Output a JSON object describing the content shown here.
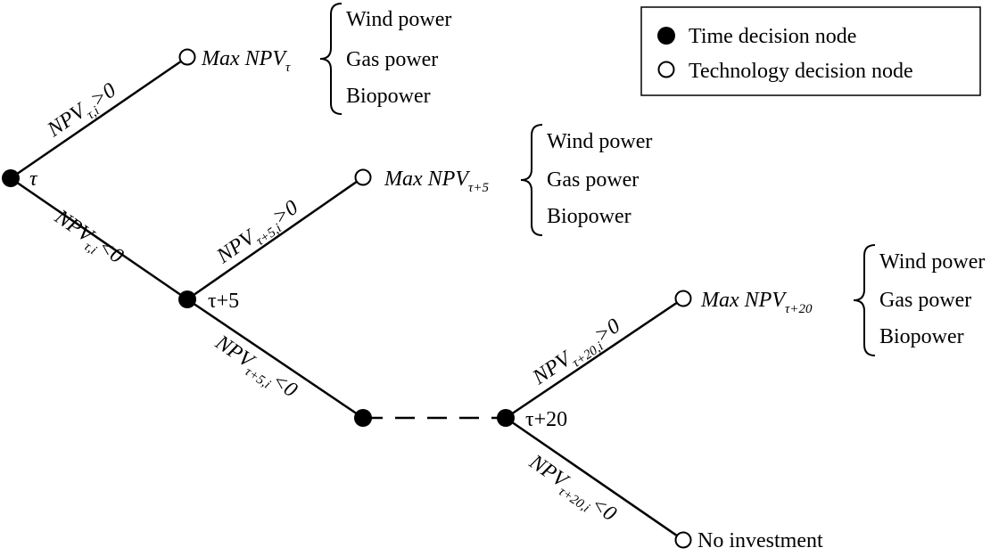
{
  "legend": {
    "time_node": "Time decision node",
    "tech_node": "Technology decision node"
  },
  "time_nodes": {
    "t0": "τ",
    "t5": "τ+5",
    "t20": "τ+20"
  },
  "max_npv": {
    "prefix": "Max NPV",
    "t0_sub": "τ",
    "t5_sub": "τ+5",
    "t20_sub": "τ+20"
  },
  "technologies": [
    "Wind power",
    "Gas power",
    "Biopower"
  ],
  "branches": {
    "npv": "NPV",
    "t0_up_sub": "τ,i",
    "t0_up_cond": ">0",
    "t0_down_sub": "τ,i",
    "t0_down_cond": "<0",
    "t5_up_sub": "τ+5,i",
    "t5_up_cond": ">0",
    "t5_down_sub": "τ+5,i",
    "t5_down_cond": "<0",
    "t20_up_sub": "τ+20,i",
    "t20_up_cond": ">0",
    "t20_down_sub": "τ+20,i",
    "t20_down_cond": "<0"
  },
  "no_investment": "No investment"
}
